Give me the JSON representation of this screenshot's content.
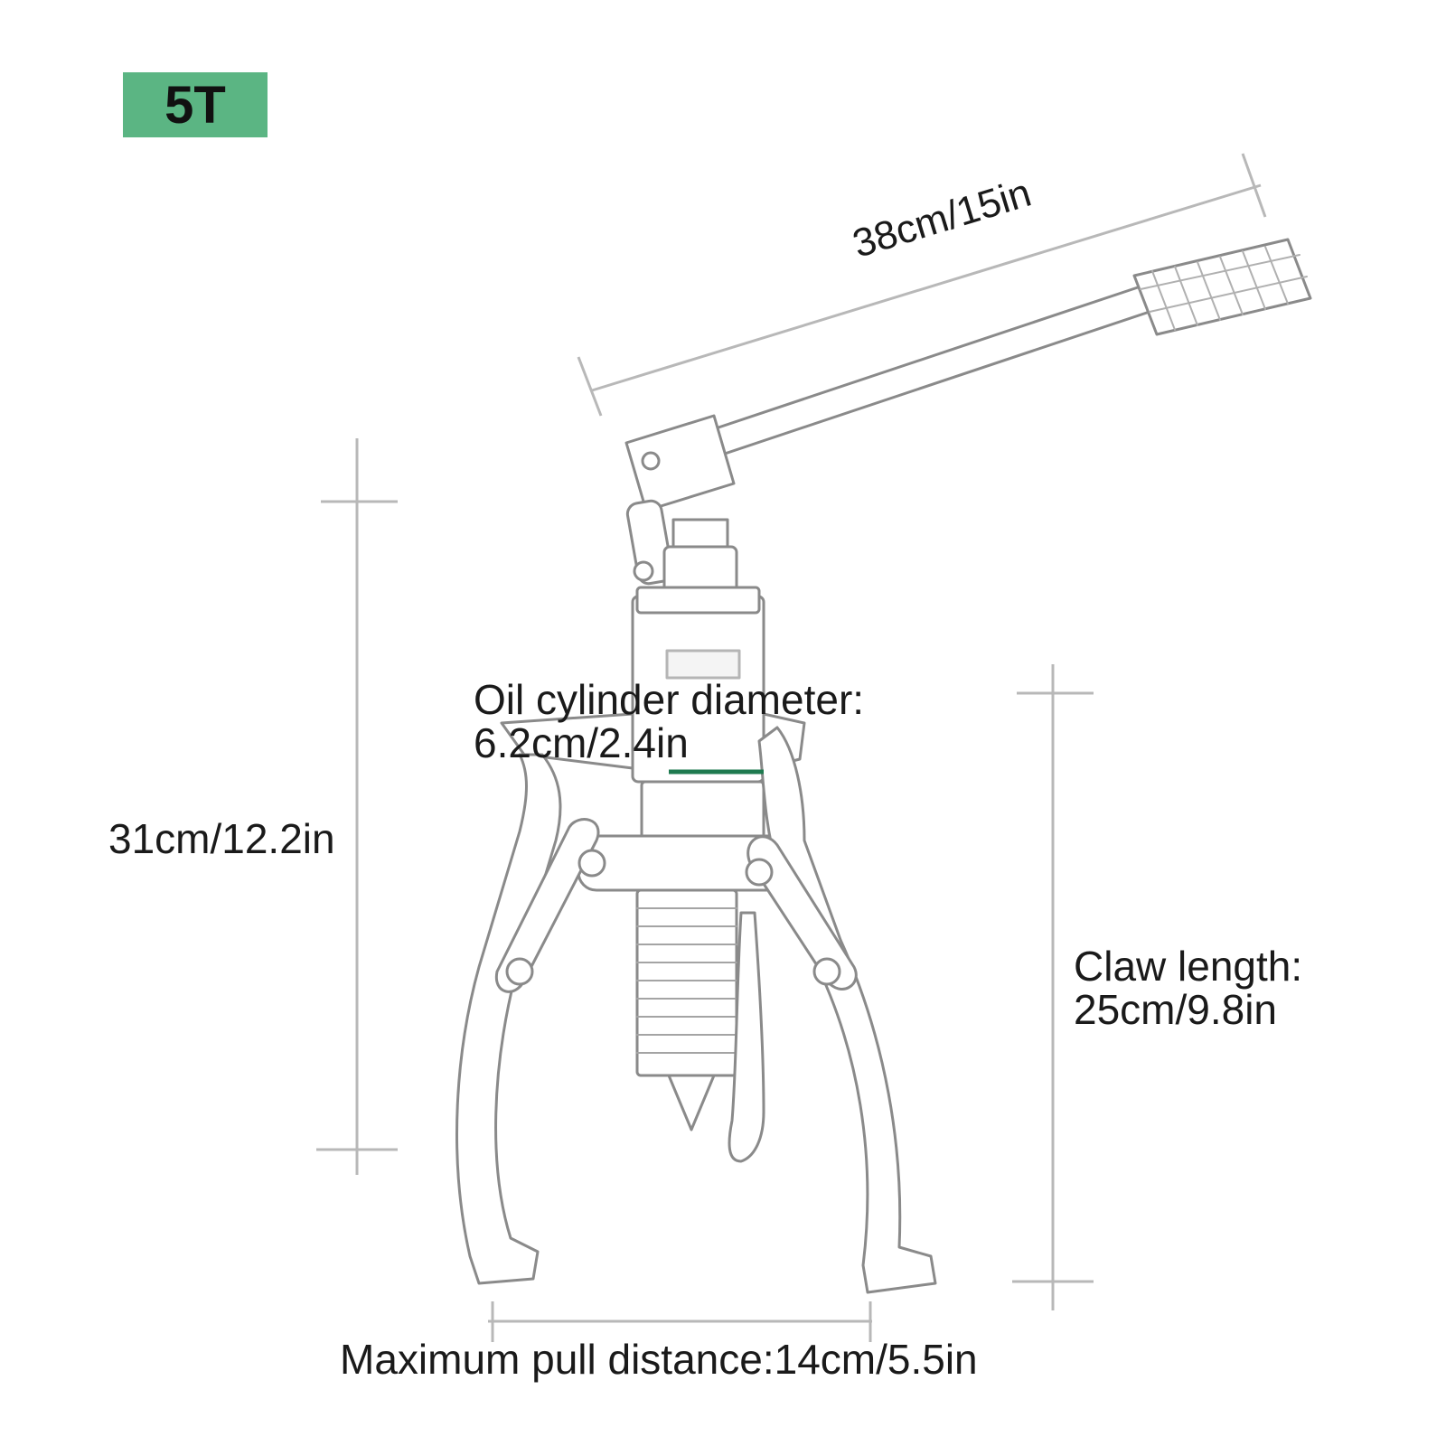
{
  "badge": {
    "text": "5T",
    "color": "#5bb583"
  },
  "dimensions": {
    "handle_length": "38cm/15in",
    "total_height": "31cm/12.2in",
    "cylinder_diameter_title": "Oil cylinder diameter:",
    "cylinder_diameter_value": "6.2cm/2.4in",
    "claw_length_title": "Claw length:",
    "claw_length_value": "25cm/9.8in",
    "max_pull_distance": "Maximum pull distance:14cm/5.5in"
  },
  "colors": {
    "line": "#8a8a8a",
    "dimension_line": "#b8b8b8",
    "accent_ring": "#1e7a4f"
  }
}
